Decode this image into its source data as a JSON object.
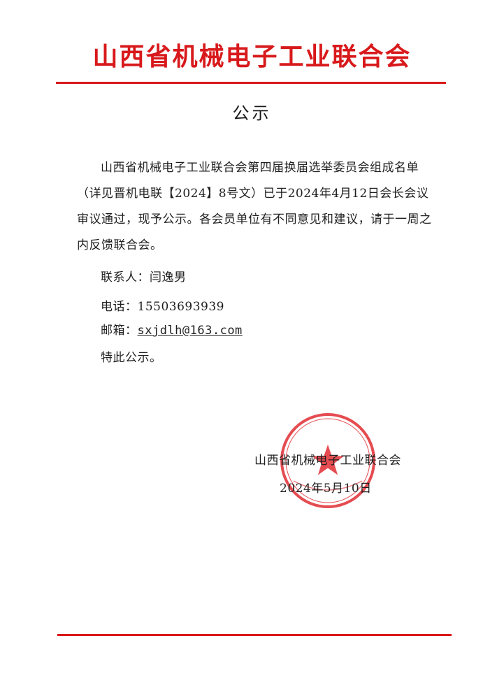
{
  "header": {
    "org_name": "山西省机械电子工业联合会"
  },
  "document": {
    "heading": "公示",
    "paragraph": "山西省机械电子工业联合会第四届换届选举委员会组成名单（详见晋机电联【2024】8号文）已于2024年4月12日会长会议审议通过，现予公示。各会员单位有不同意见和建议，请于一周之内反馈联合会。",
    "contact_label": "联系人：",
    "contact_name": "闫逸男",
    "phone_label": "电话：",
    "phone_value": "15503693939",
    "email_label": "邮箱：",
    "email_value": "sxjdlh@163.com",
    "closing": "特此公示。"
  },
  "signature": {
    "org": "山西省机械电子工业联合会",
    "date": "2024年5月10日"
  },
  "colors": {
    "brand_red": "#d8191b",
    "seal_red": "#e0252b",
    "text": "#1f1f1f"
  }
}
